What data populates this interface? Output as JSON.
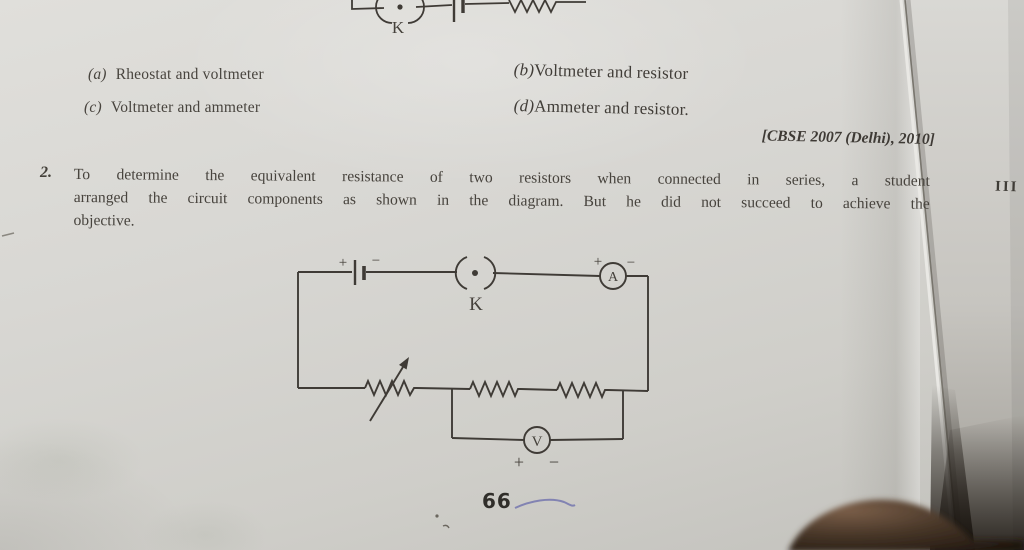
{
  "page": {
    "number": "66",
    "side_numeral": "III"
  },
  "options": {
    "a": {
      "label": "(a)",
      "text": "Rheostat and voltmeter"
    },
    "b": {
      "label": "(b)",
      "text": "Voltmeter and resistor"
    },
    "c": {
      "label": "(c)",
      "text": "Voltmeter and ammeter"
    },
    "d": {
      "label": "(d)",
      "text": "Ammeter and resistor."
    }
  },
  "citation": "[CBSE 2007 (Delhi), 2010]",
  "question": {
    "number": "2.",
    "lines": [
      "To determine the equivalent resistance of two resistors when connected in series, a student",
      "arranged the circuit components as shown in the diagram. But he did not succeed to achieve the",
      "objective."
    ]
  },
  "circuit": {
    "key_label": "K",
    "ammeter_label": "A",
    "voltmeter_label": "V",
    "plus": "+",
    "minus": "−"
  },
  "colors": {
    "paper": "#d6d5d1",
    "ink": "#47433d",
    "circuit_line": "#3f3b36",
    "pen_blue": "#6f71ad",
    "page_number": "#302e2a"
  }
}
